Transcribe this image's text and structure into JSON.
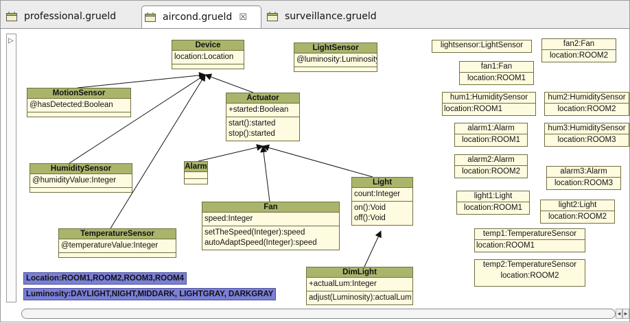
{
  "tabs": [
    {
      "label": "professional.grueld",
      "active": false
    },
    {
      "label": "aircond.grueld",
      "active": true,
      "close": "☒"
    },
    {
      "label": "surveillance.grueld",
      "active": false
    }
  ],
  "left_strip": {
    "glyph": "▷"
  },
  "classes": {
    "device": {
      "name": "Device",
      "attrs": [
        "location:Location"
      ]
    },
    "lightsensor": {
      "name": "LightSensor",
      "attrs": [
        "@luminosity:Luminosity"
      ]
    },
    "motionsensor": {
      "name": "MotionSensor",
      "attrs": [
        "@hasDetected:Boolean"
      ]
    },
    "actuator": {
      "name": "Actuator",
      "attrs": [
        "+started:Boolean"
      ],
      "ops": [
        "start():started",
        "stop():started"
      ]
    },
    "humiditysensor": {
      "name": "HumiditySensor",
      "attrs": [
        "@humidityValue:Integer"
      ]
    },
    "alarm": {
      "name": "Alarm"
    },
    "light": {
      "name": "Light",
      "attrs": [
        "count:Integer"
      ],
      "ops": [
        "on():Void",
        "off():Void"
      ]
    },
    "fan": {
      "name": "Fan",
      "attrs": [
        "speed:Integer"
      ],
      "ops": [
        "setTheSpeed(Integer):speed",
        "autoAdaptSpeed(Integer):speed"
      ]
    },
    "temperaturesensor": {
      "name": "TemperatureSensor",
      "attrs": [
        "@temperatureValue:Integer"
      ]
    },
    "dimlight": {
      "name": "DimLight",
      "attrs": [
        "+actualLum:Integer"
      ],
      "ops": [
        "adjust(Luminosity):actualLum"
      ]
    }
  },
  "instances": [
    {
      "name": "lightsensor:LightSensor",
      "value": ""
    },
    {
      "name": "fan2:Fan",
      "value": "location:ROOM2"
    },
    {
      "name": "fan1:Fan",
      "value": "location:ROOM1"
    },
    {
      "name": "hum1:HumiditySensor",
      "value": "location:ROOM1"
    },
    {
      "name": "hum2:HumiditySensor",
      "value": "location:ROOM2"
    },
    {
      "name": "alarm1:Alarm",
      "value": "location:ROOM1"
    },
    {
      "name": "hum3:HumiditySensor",
      "value": "location:ROOM3"
    },
    {
      "name": "alarm2:Alarm",
      "value": "location:ROOM2"
    },
    {
      "name": "alarm3:Alarm",
      "value": "location:ROOM3"
    },
    {
      "name": "light1:Light",
      "value": "location:ROOM1"
    },
    {
      "name": "light2:Light",
      "value": "location:ROOM2"
    },
    {
      "name": "temp1:TemperatureSensor",
      "value": "location:ROOM1"
    },
    {
      "name": "temp2:TemperatureSensor",
      "value": "location:ROOM2"
    }
  ],
  "enums": [
    {
      "text": "Location:ROOM1,ROOM2,ROOM3,ROOM4"
    },
    {
      "text": "Luminosity:DAYLIGHT,NIGHT,MIDDARK, LIGHTGRAY, DARKGRAY"
    }
  ],
  "scroll": {
    "left": "◂",
    "right": "▸"
  },
  "colors": {
    "class_header": "#aab56b",
    "class_body": "#fffbe0",
    "enum_fill": "#7b7fd6",
    "border": "#6e6e40"
  }
}
